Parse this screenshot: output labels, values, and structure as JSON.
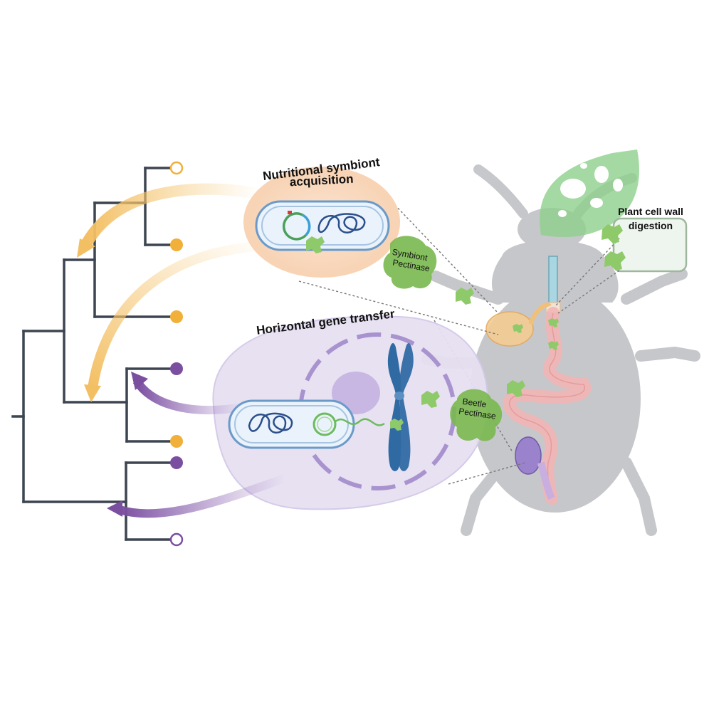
{
  "labels": {
    "nutritional_symbiont_line1": "Nutritional symbiont",
    "nutritional_symbiont_line2": "acquisition",
    "horizontal_gene_transfer": "Horizontal gene transfer",
    "plant_cell_wall_line1": "Plant cell wall",
    "plant_cell_wall_line2": "digestion",
    "symbiont_pectinase_line1": "Symbiont",
    "symbiont_pectinase_line2": "Pectinase",
    "beetle_pectinase_line1": "Beetle",
    "beetle_pectinase_line2": "Pectinase"
  },
  "colors": {
    "tree": "#3d4550",
    "symbiont_orange": "#f0b03a",
    "hgt_purple": "#7b4fa0",
    "beetle_gray": "#c4c5c8",
    "leaf_green": "#8fcf8c",
    "enzyme_green": "#79b84e",
    "gut_pink": "#f2b5b5",
    "chromosome_blue": "#2f6aa3",
    "cell_lavender": "#e6e0f2",
    "symbiont_cell_peach": "#f9dcc4"
  },
  "tree_tips": [
    {
      "group": "symbiont",
      "filled": false
    },
    {
      "group": "symbiont",
      "filled": true
    },
    {
      "group": "symbiont",
      "filled": true
    },
    {
      "group": "hgt",
      "filled": true
    },
    {
      "group": "symbiont",
      "filled": true
    },
    {
      "group": "hgt",
      "filled": true
    },
    {
      "group": "hgt",
      "filled": false
    }
  ]
}
